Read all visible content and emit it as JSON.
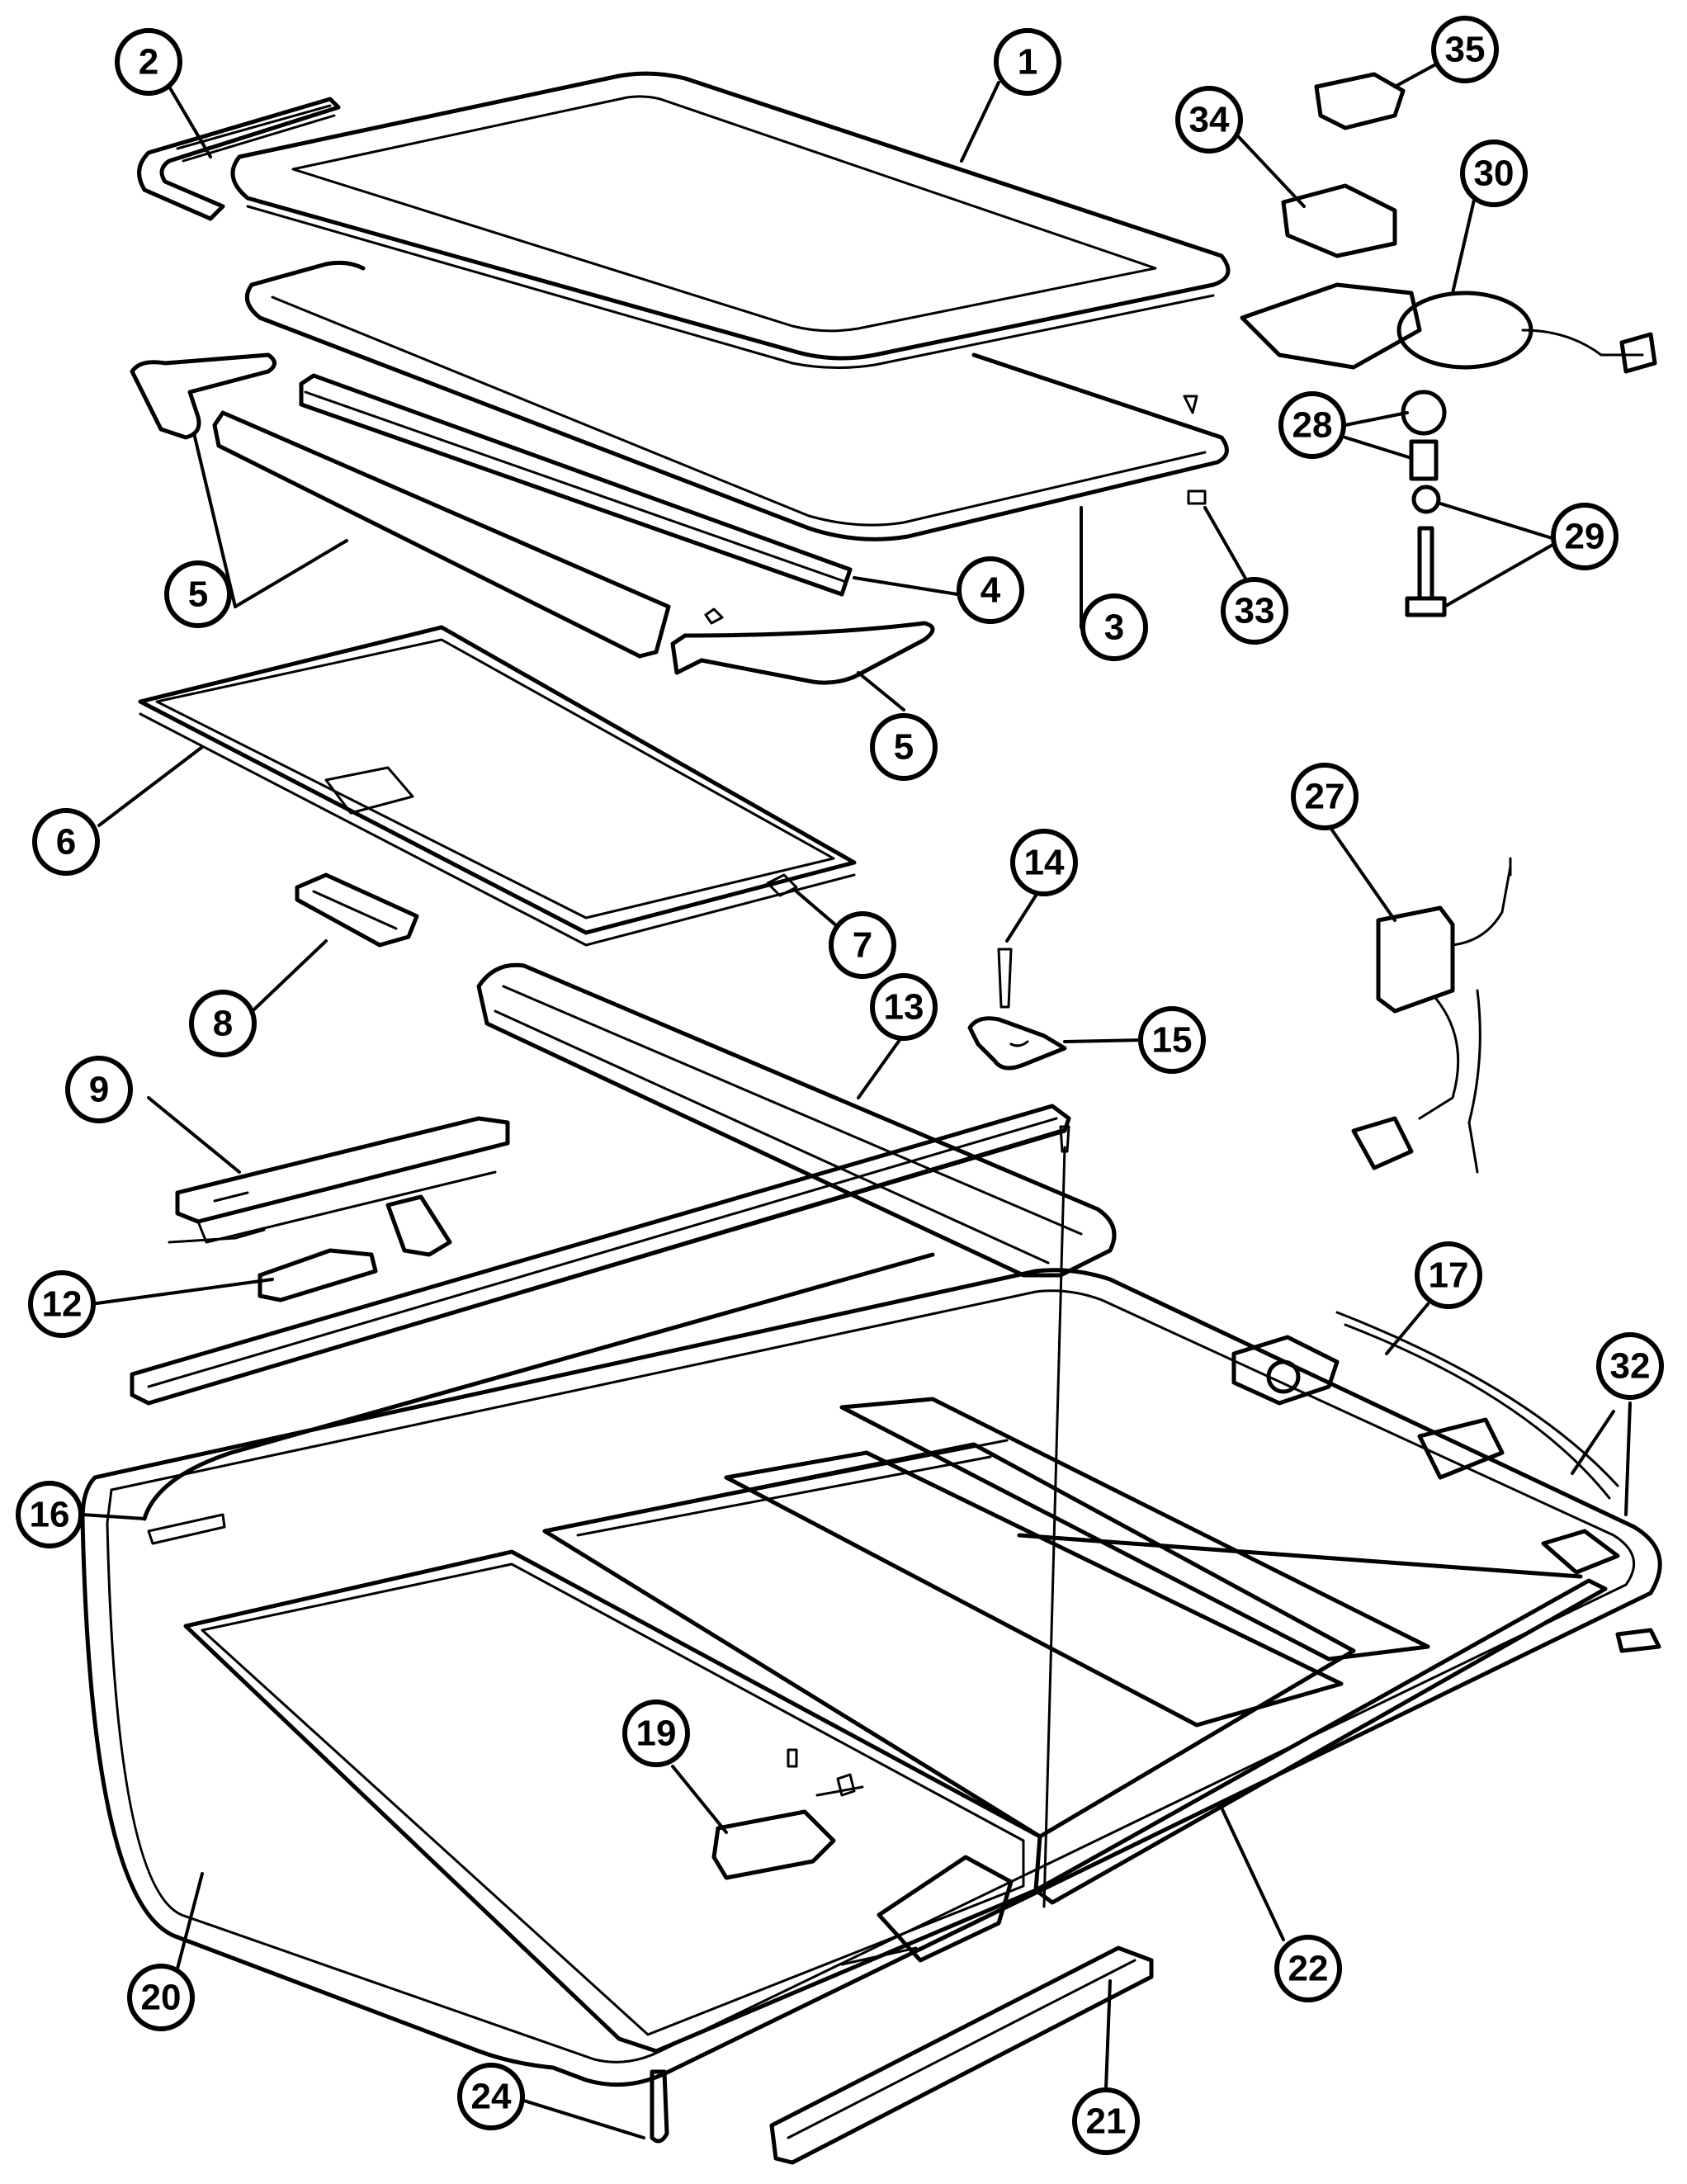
{
  "callouts": [
    {
      "id": "c1",
      "label": "1"
    },
    {
      "id": "c2",
      "label": "2"
    },
    {
      "id": "c3",
      "label": "3"
    },
    {
      "id": "c4",
      "label": "4"
    },
    {
      "id": "c5a",
      "label": "5"
    },
    {
      "id": "c5b",
      "label": "5"
    },
    {
      "id": "c6",
      "label": "6"
    },
    {
      "id": "c7",
      "label": "7"
    },
    {
      "id": "c8",
      "label": "8"
    },
    {
      "id": "c9",
      "label": "9"
    },
    {
      "id": "c12",
      "label": "12"
    },
    {
      "id": "c13",
      "label": "13"
    },
    {
      "id": "c14",
      "label": "14"
    },
    {
      "id": "c15",
      "label": "15"
    },
    {
      "id": "c16",
      "label": "16"
    },
    {
      "id": "c17",
      "label": "17"
    },
    {
      "id": "c19",
      "label": "19"
    },
    {
      "id": "c20",
      "label": "20"
    },
    {
      "id": "c21",
      "label": "21"
    },
    {
      "id": "c22",
      "label": "22"
    },
    {
      "id": "c24",
      "label": "24"
    },
    {
      "id": "c27",
      "label": "27"
    },
    {
      "id": "c28",
      "label": "28"
    },
    {
      "id": "c29",
      "label": "29"
    },
    {
      "id": "c30",
      "label": "30"
    },
    {
      "id": "c32",
      "label": "32"
    },
    {
      "id": "c33",
      "label": "33"
    },
    {
      "id": "c34",
      "label": "34"
    },
    {
      "id": "c35",
      "label": "35"
    }
  ]
}
